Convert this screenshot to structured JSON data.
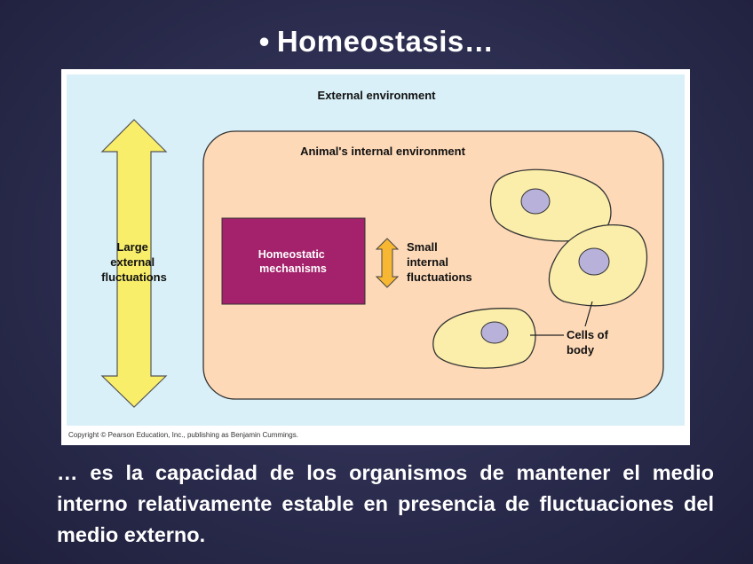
{
  "slide": {
    "bullet": "•",
    "title": "Homeostasis…",
    "caption": "… es la capacidad de los organismos de mantener el medio interno relativamente estable en presencia de fluctuaciones del medio externo."
  },
  "diagram": {
    "external_env_label": "External environment",
    "internal_env_label": "Animal's internal environment",
    "large_fluct_label": [
      "Large",
      "external",
      "fluctuations"
    ],
    "mechanism_label": [
      "Homeostatic",
      "mechanisms"
    ],
    "small_fluct_label": [
      "Small",
      "internal",
      "fluctuations"
    ],
    "cells_label": [
      "Cells of",
      "body"
    ],
    "copyright": "Copyright © Pearson Education, Inc., publishing as Benjamin Cummings.",
    "colors": {
      "outer_bg": "#d9f0f8",
      "inner_bg": "#fdd9b8",
      "arrow_yellow": "#f9ee6a",
      "arrow_orange": "#f7b733",
      "mechanism_box": "#a3226b",
      "cell_fill": "#fbeeaa",
      "nucleus": "#b8b2da"
    }
  }
}
